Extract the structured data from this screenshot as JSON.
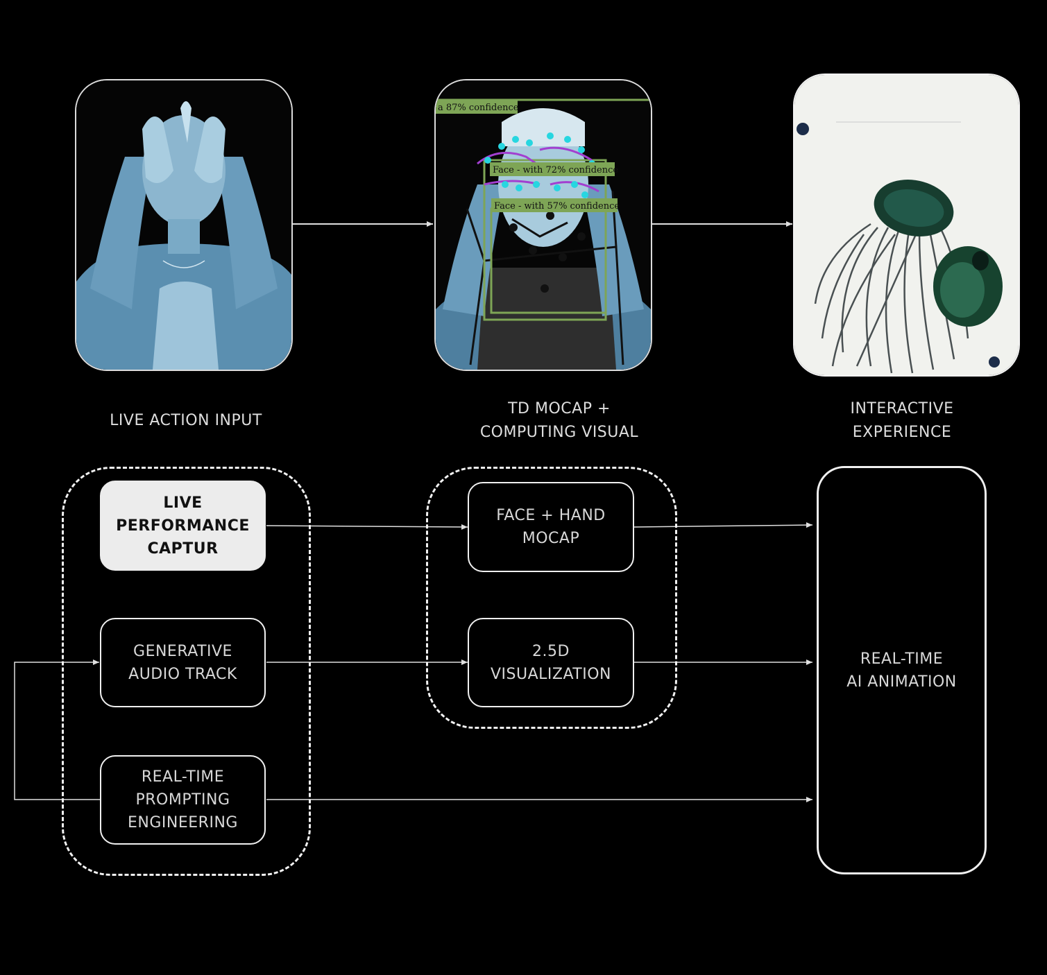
{
  "stages": [
    {
      "id": "input",
      "label_lines": [
        "LIVE ACTION INPUT"
      ]
    },
    {
      "id": "mocap",
      "label_lines": [
        "TD MOCAP +",
        "COMPUTING VISUAL"
      ]
    },
    {
      "id": "experience",
      "label_lines": [
        "INTERACTIVE",
        "EXPERIENCE"
      ]
    }
  ],
  "detections": [
    {
      "text": "a 87% confidence"
    },
    {
      "text": "Face - with 72% confidence"
    },
    {
      "text": "Face - with 57% confidence"
    }
  ],
  "nodes": {
    "live_capture": [
      "LIVE",
      "PERFORMANCE",
      "CAPTUR"
    ],
    "audio": [
      "GENERATIVE",
      "AUDIO TRACK"
    ],
    "prompting": [
      "REAL-TIME",
      "PROMPTING",
      "ENGINEERING"
    ],
    "mocap": [
      "FACE + HAND",
      "MOCAP"
    ],
    "viz": [
      "2.5D",
      "VISUALIZATION"
    ],
    "animation": [
      "REAL-TIME",
      "AI ANIMATION"
    ]
  },
  "colors": {
    "background": "#000000",
    "line": "#e0e0e0",
    "detection_box": "#7ea556",
    "landmark_dot": "#27d6e0",
    "hand_mesh": "#a23fd0",
    "photo_tint": "#5e93b6",
    "jellyfish": "#1f5a44"
  }
}
